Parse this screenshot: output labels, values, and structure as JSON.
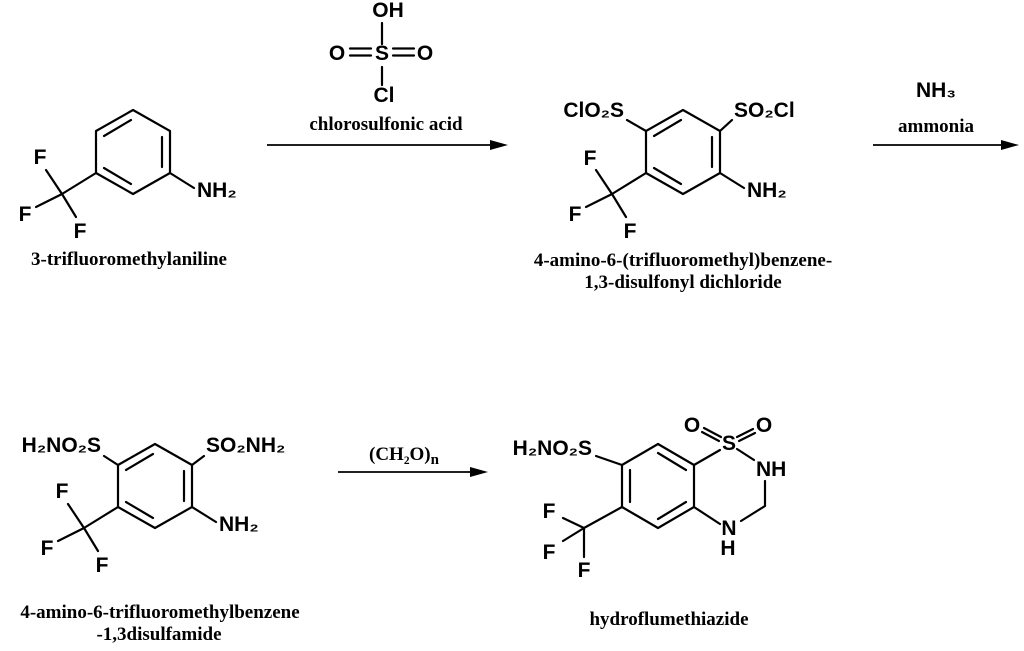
{
  "colors": {
    "ink": "#000000",
    "paper": "#ffffff"
  },
  "compounds": {
    "aniline": {
      "name": "3-trifluoromethylaniline",
      "atoms": {
        "f_top": "F",
        "f_left": "F",
        "f_bottom": "F",
        "amine": "NH₂"
      }
    },
    "disulfonyl_dichloride": {
      "name_line1": "4-amino-6-(trifluoromethyl)benzene-",
      "name_line2": "1,3-disulfonyl dichloride",
      "atoms": {
        "chlorosulfonyl_left": "ClO₂S",
        "chlorosulfonyl_right": "SO₂Cl",
        "f_top": "F",
        "f_left": "F",
        "f_bottom": "F",
        "amine": "NH₂"
      }
    },
    "disulfamide": {
      "name_line1": "4-amino-6-trifluoromethylbenzene",
      "name_line2": "-1,3disulfamide",
      "atoms": {
        "sulfamoyl_left": "H₂NO₂S",
        "sulfamoyl_right": "SO₂NH₂",
        "f_top": "F",
        "f_left": "F",
        "f_bottom": "F",
        "amine": "NH₂"
      }
    },
    "hydroflumethiazide": {
      "name": "hydroflumethiazide",
      "atoms": {
        "sulfamoyl": "H₂NO₂S",
        "f_top": "F",
        "f_left": "F",
        "f_bottom": "F",
        "oxo_left": "O",
        "sulfur": "S",
        "oxo_right": "O",
        "ring_nh": "NH",
        "ring_n": "N",
        "ring_h": "H"
      }
    }
  },
  "steps": {
    "step1": {
      "reagent_name": "chlorosulfonic acid",
      "reagent_atoms": {
        "oh": "OH",
        "o_left": "O",
        "s": "S",
        "o_right": "O",
        "cl": "Cl"
      }
    },
    "step2": {
      "reagent_formula": "NH₃",
      "reagent_name": "ammonia"
    },
    "step3": {
      "reagent_formula_base": "(CH₂O)",
      "reagent_formula_subscript": "n"
    }
  }
}
